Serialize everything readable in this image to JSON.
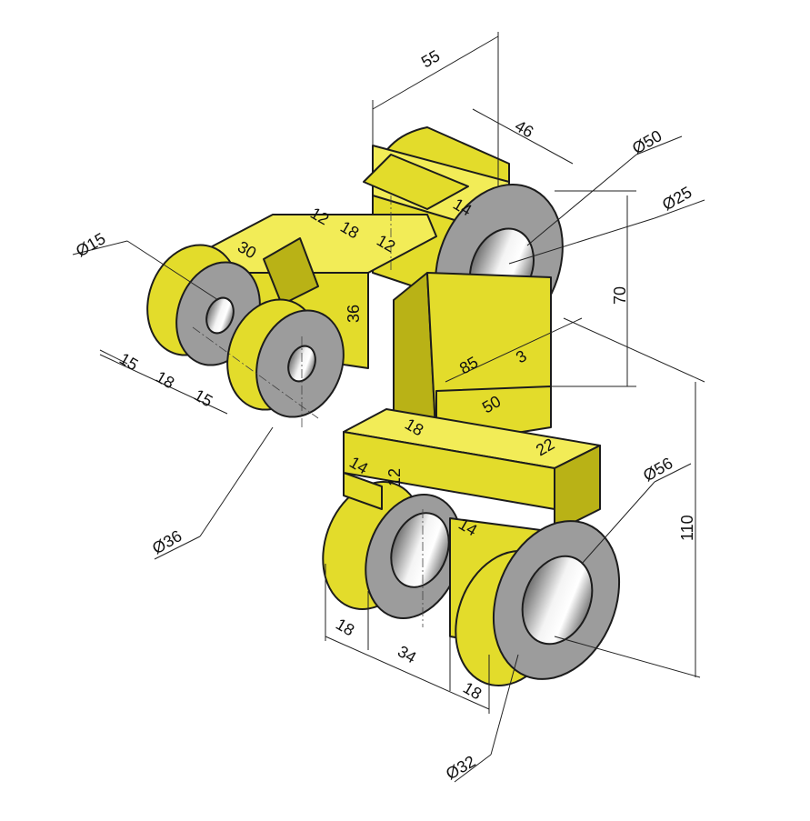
{
  "dimensions": {
    "d_55": "55",
    "d_46": "46",
    "phi_50": "Ø50",
    "phi_25": "Ø25",
    "d_70": "70",
    "phi_15": "Ø15",
    "d_12_top": "12",
    "d_18_top": "18",
    "d_12_mid": "12",
    "d_14_top": "14",
    "d_30": "30",
    "d_36_side": "36",
    "d_15_a": "15",
    "d_18_b": "18",
    "d_15_c": "15",
    "d_85": "85",
    "d_3": "3",
    "d_50": "50",
    "d_18_mid": "18",
    "d_22": "22",
    "d_14_left": "14",
    "d_12_vert": "12",
    "d_14_right": "14",
    "phi_56": "Ø56",
    "d_110": "110",
    "phi_36": "Ø36",
    "d_18_bot_a": "18",
    "d_34": "34",
    "d_18_bot_b": "18",
    "phi_32": "Ø32"
  }
}
